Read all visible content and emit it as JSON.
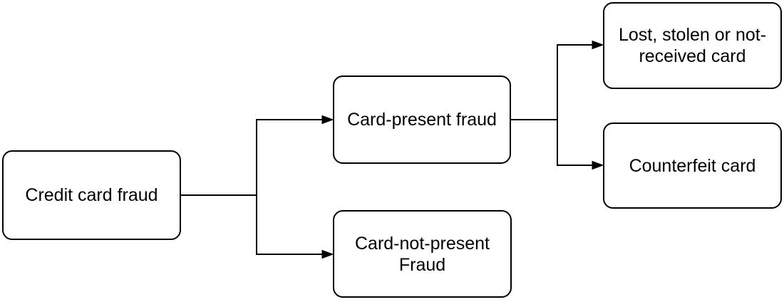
{
  "diagram": {
    "type": "flowchart",
    "nodes": {
      "credit_card_fraud": {
        "label": "Credit card fraud"
      },
      "card_present": {
        "label": "Card-present fraud"
      },
      "card_not_present": {
        "label": "Card-not-present Fraud"
      },
      "lost_stolen": {
        "label": "Lost, stolen or not-received card"
      },
      "counterfeit": {
        "label": "Counterfeit card"
      }
    },
    "edges": [
      {
        "from": "credit_card_fraud",
        "to": "card_present"
      },
      {
        "from": "credit_card_fraud",
        "to": "card_not_present"
      },
      {
        "from": "card_present",
        "to": "lost_stolen"
      },
      {
        "from": "card_present",
        "to": "counterfeit"
      }
    ],
    "colors": {
      "background": "#ffffff",
      "node_fill": "#ffffff",
      "node_border": "#000000",
      "connector": "#000000",
      "text": "#000000"
    }
  }
}
